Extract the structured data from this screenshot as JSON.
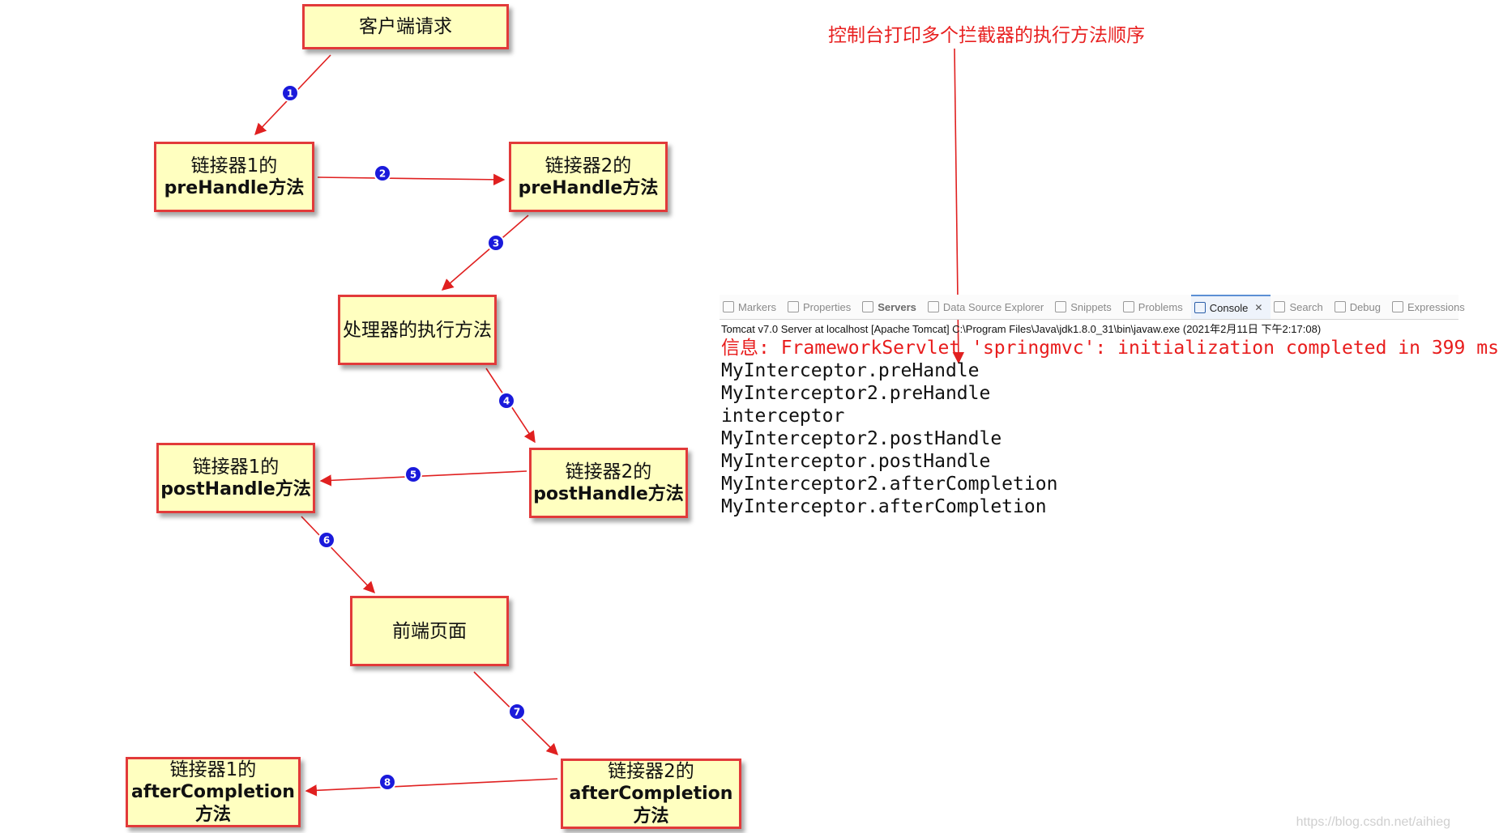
{
  "diagram": {
    "nodes": [
      {
        "id": "client",
        "line1": "客户端请求",
        "line2": ""
      },
      {
        "id": "i1_pre",
        "line1": "链接器1的",
        "line2": "preHandle方法"
      },
      {
        "id": "i2_pre",
        "line1": "链接器2的",
        "line2": "preHandle方法"
      },
      {
        "id": "handler",
        "line1": "处理器的执行方法",
        "line2": ""
      },
      {
        "id": "i2_post",
        "line1": "链接器2的",
        "line2": "postHandle方法"
      },
      {
        "id": "i1_post",
        "line1": "链接器1的",
        "line2": "postHandle方法"
      },
      {
        "id": "frontend",
        "line1": "前端页面",
        "line2": ""
      },
      {
        "id": "i2_after",
        "line1": "链接器2的",
        "line2": "afterCompletion方法"
      },
      {
        "id": "i1_after",
        "line1": "链接器1的",
        "line2": "afterCompletion方法"
      }
    ],
    "steps": [
      "1",
      "2",
      "3",
      "4",
      "5",
      "6",
      "7",
      "8"
    ],
    "annotation": "控制台打印多个拦截器的执行方法顺序"
  },
  "console": {
    "tabs": [
      {
        "label": "Markers",
        "icon": "markers-icon"
      },
      {
        "label": "Properties",
        "icon": "properties-icon"
      },
      {
        "label": "Servers",
        "icon": "servers-icon"
      },
      {
        "label": "Data Source Explorer",
        "icon": "data-source-icon"
      },
      {
        "label": "Snippets",
        "icon": "snippets-icon"
      },
      {
        "label": "Problems",
        "icon": "problems-icon"
      },
      {
        "label": "Console",
        "icon": "console-icon",
        "close": "✕"
      },
      {
        "label": "Search",
        "icon": "search-icon"
      },
      {
        "label": "Debug",
        "icon": "debug-icon"
      },
      {
        "label": "Expressions",
        "icon": "expressions-icon"
      }
    ],
    "server_line": "Tomcat v7.0 Server at localhost [Apache Tomcat] C:\\Program Files\\Java\\jdk1.8.0_31\\bin\\javaw.exe (2021年2月11日 下午2:17:08)",
    "info_line": "信息: FrameworkServlet 'springmvc': initialization completed in 399 ms",
    "output": [
      "MyInterceptor.preHandle",
      "MyInterceptor2.preHandle",
      "interceptor",
      "MyInterceptor2.postHandle",
      "MyInterceptor.postHandle",
      "MyInterceptor2.afterCompletion",
      "MyInterceptor.afterCompletion"
    ]
  },
  "watermark": "https://blog.csdn.net/aihieg",
  "colors": {
    "box_fill": "#ffffc0",
    "box_border": "#e23a3a",
    "arrow": "#e02020",
    "step_badge": "#1a1adb",
    "info_text": "#e81c1c"
  }
}
